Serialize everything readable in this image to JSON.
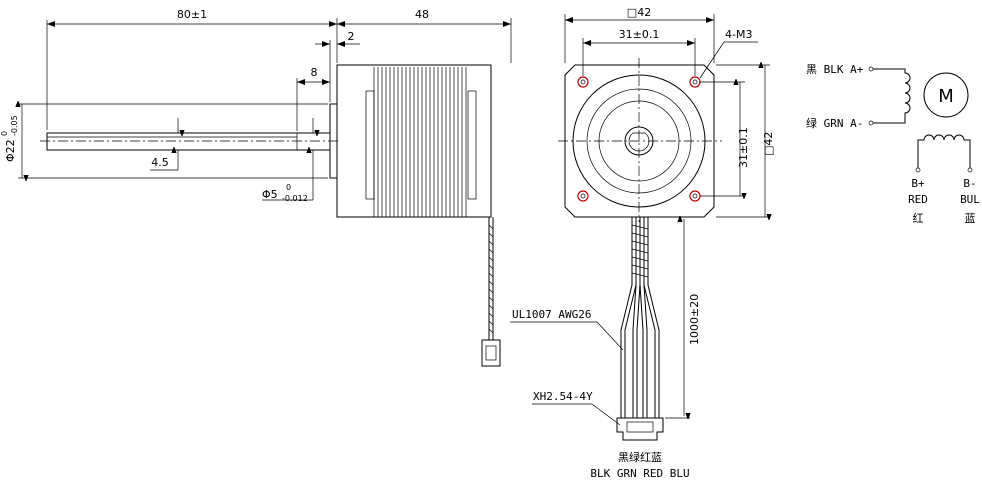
{
  "side_view": {
    "shaft_length": "80±1",
    "body_length": "48",
    "flange_offset": "2",
    "flat_length": "8",
    "flat_depth": "4.5",
    "boss_diameter_main": "Φ22",
    "boss_tol_upper": "0",
    "boss_tol_lower": "-0.05",
    "shaft_diameter_main": "Φ5",
    "shaft_tol_upper": "0",
    "shaft_tol_lower": "-0.012"
  },
  "front_view": {
    "frame_size": "□42",
    "hole_spacing_h": "31±0.1",
    "hole_spacing_v": "31±0.1",
    "frame_size_side": "□42",
    "mount_holes": "4-M3",
    "cable_spec": "UL1007 AWG26",
    "connector": "XH2.54-4Y",
    "cable_length": "1000±20",
    "wire_colors_cn": "黑绿红蓝",
    "wire_colors_en": "BLK GRN RED BLU"
  },
  "schematic": {
    "a_plus_label": "黑 BLK A+",
    "a_minus_label": "绿 GRN A-",
    "motor_symbol": "M",
    "b_plus": "B+",
    "b_plus_color": "RED",
    "b_plus_cn": "红",
    "b_minus": "B-",
    "b_minus_color": "BUL",
    "b_minus_cn": "蓝"
  },
  "colors": {
    "line": "#000000",
    "hole_highlight": "#c00000"
  }
}
